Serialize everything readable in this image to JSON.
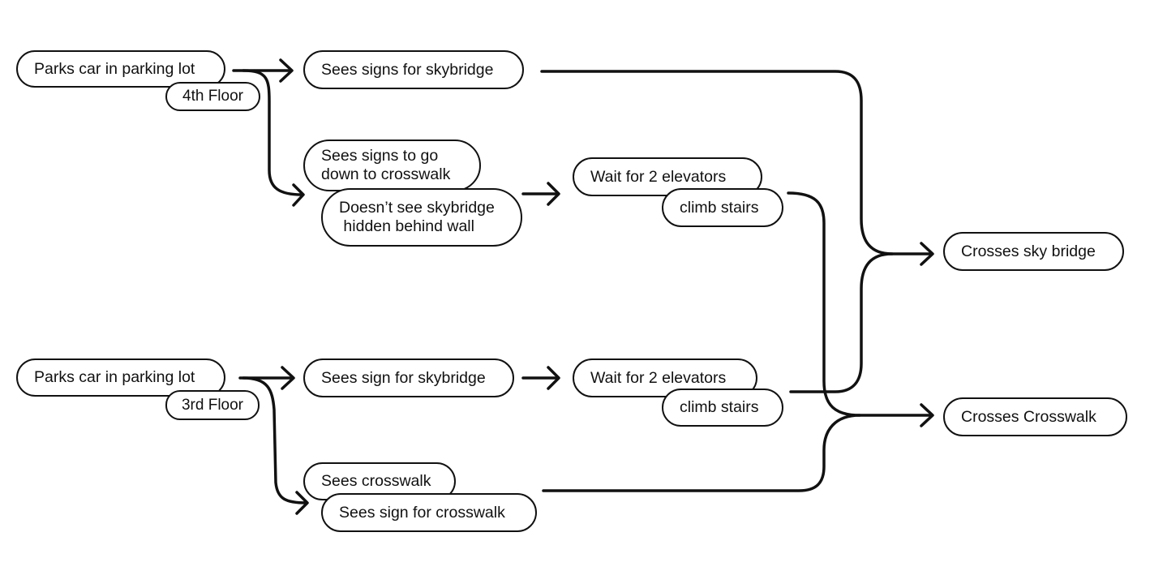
{
  "diagram": {
    "floor4": {
      "start": "Parks car in parking lot",
      "floor_tag": "4th Floor",
      "sees_skybridge": "Sees signs for skybridge",
      "sees_crosswalk_signs": "Sees signs to go\ndown to crosswalk",
      "hidden_skybridge": "Doesn’t see skybridge\n hidden behind wall",
      "wait_elevators": "Wait for 2  elevators",
      "climb_stairs": "climb stairs"
    },
    "floor3": {
      "start": "Parks car in parking lot",
      "floor_tag": "3rd Floor",
      "sees_skybridge": "Sees sign for skybridge",
      "wait_elevators": "Wait for 2 elevators",
      "climb_stairs": "climb stairs",
      "sees_crosswalk": "Sees crosswalk",
      "sees_crosswalk_sign": "Sees sign for crosswalk"
    },
    "outcomes": {
      "sky_bridge": "Crosses sky bridge",
      "crosswalk": "Crosses Crosswalk"
    },
    "line_color": "#111111"
  }
}
